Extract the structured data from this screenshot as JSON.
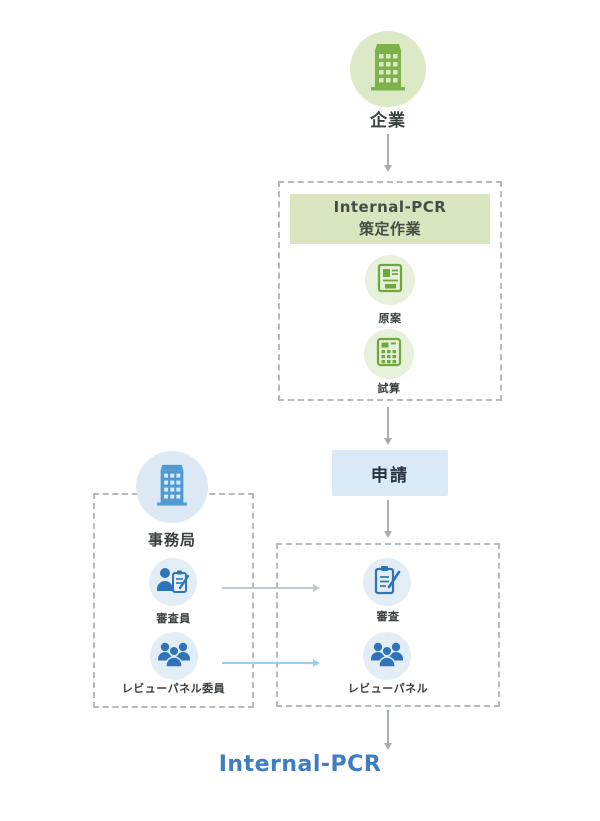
{
  "flow": {
    "company": {
      "label": "企業",
      "icon": "building-icon"
    },
    "pcr_box": {
      "title_line1": "Internal-PCR",
      "title_line2": "策定作業",
      "items": [
        {
          "label": "原案",
          "icon": "document-icon"
        },
        {
          "label": "試算",
          "icon": "calculator-icon"
        }
      ]
    },
    "application": {
      "label": "申請"
    },
    "secretariat": {
      "label": "事務局",
      "icon": "building-icon",
      "items": [
        {
          "label": "審査員",
          "icon": "examiner-icon"
        },
        {
          "label": "レビューパネル委員",
          "icon": "people-group-icon"
        }
      ]
    },
    "review": {
      "items": [
        {
          "label": "審査",
          "icon": "clipboard-pen-icon"
        },
        {
          "label": "レビューパネル",
          "icon": "people-group-icon"
        }
      ]
    },
    "result": {
      "label": "Internal-PCR"
    }
  },
  "colors": {
    "green_accent": "#7DB249",
    "green_circle_bg": "#DCE9C6",
    "pcr_header_bg": "#D8E5BE",
    "blue_accent": "#2E74B8",
    "blue_circle_bg": "#DCE9F4",
    "application_bg": "#D9E9F5",
    "dashed_border": "#B4BBBE",
    "arrow_gray": "#A7ADB2",
    "arrow_blue": "#9FCCEA",
    "result_text": "#3E7DC1",
    "result_underline": "#D2E7F6"
  }
}
